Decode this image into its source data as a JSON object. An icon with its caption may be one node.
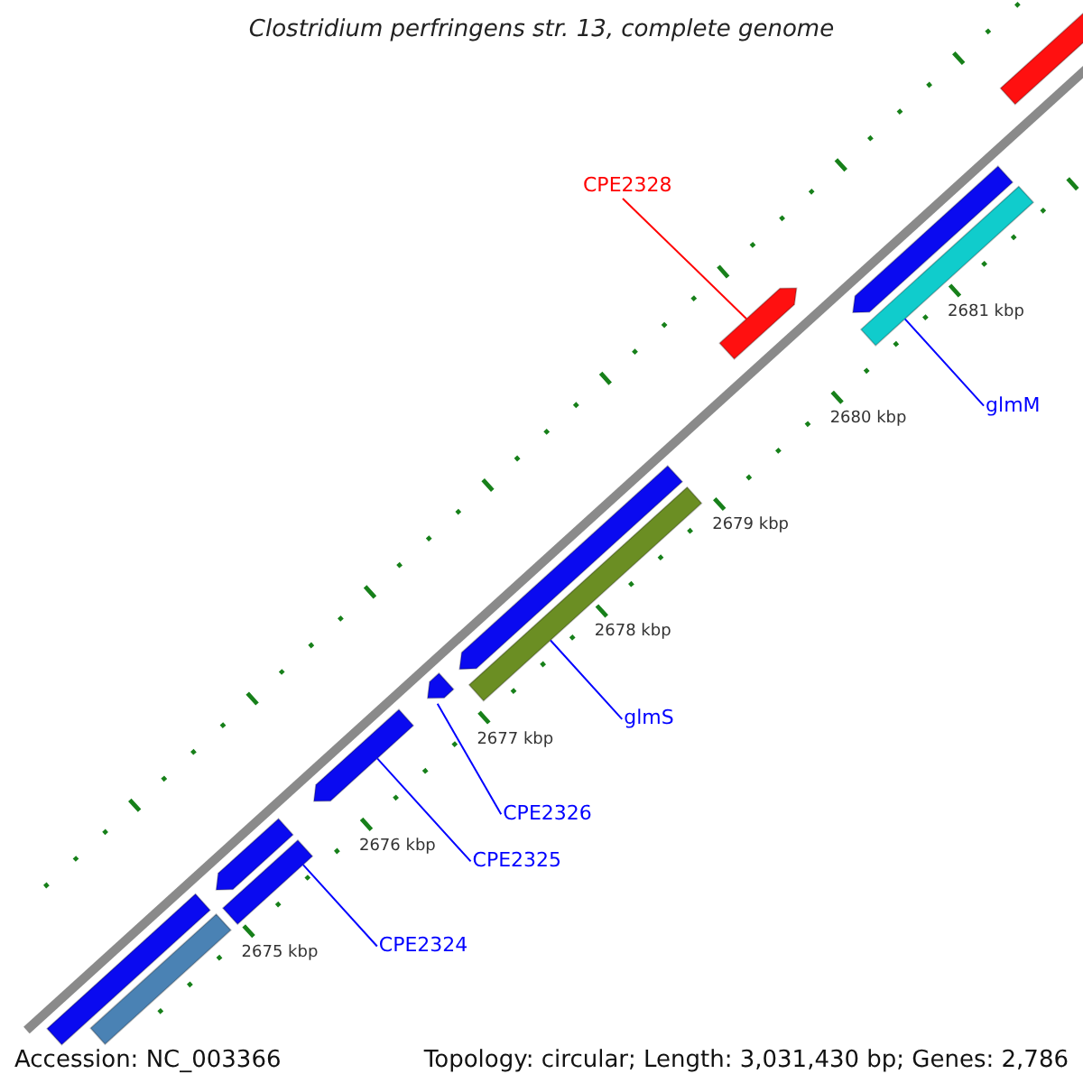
{
  "diagram": {
    "title": "Clostridium perfringens str. 13, complete genome",
    "nodes": [
      {
        "text": [
          "CPE2328"
        ]
      },
      {
        "text": [],
        "shape": "arrow"
      },
      {
        "text": [
          "glmM"
        ]
      },
      {
        "text": [],
        "shape": "bar"
      },
      {
        "text": [
          "glmS"
        ]
      },
      {
        "text": [],
        "shape": "bar"
      },
      {
        "text": [
          "CPE2326"
        ]
      },
      {
        "text": [],
        "shape": "arrow"
      },
      {
        "text": [
          "CPE2325"
        ]
      },
      {
        "text": [],
        "shape": "arrow"
      },
      {
        "text": [
          "CPE2324"
        ]
      },
      {
        "text": [],
        "shape": "bar"
      },
      {
        "text": [],
        "shape": "arrow"
      },
      {
        "text": [],
        "shape": "arrow"
      },
      {
        "text": [],
        "shape": "arrow"
      },
      {
        "text": [],
        "shape": "bar"
      },
      {
        "text": [],
        "shape": "bar"
      },
      {
        "text": [],
        "shape": "arrow"
      }
    ],
    "edges": [
      {
        "from": 0,
        "to": 1,
        "arrow": "none",
        "color": "#ff0000"
      },
      {
        "from": 2,
        "to": 3,
        "arrow": "none"
      },
      {
        "from": 4,
        "to": 5,
        "arrow": "none"
      },
      {
        "from": 6,
        "to": 7,
        "arrow": "none"
      },
      {
        "from": 8,
        "to": 9,
        "arrow": "none"
      },
      {
        "from": 10,
        "to": 11,
        "arrow": "none"
      }
    ],
    "labels": [
      "2681 kbp",
      "2680 kbp",
      "2679 kbp",
      "2678 kbp",
      "2677 kbp",
      "2676 kbp",
      "2675 kbp",
      "Accession: NC_003366",
      "Topology: circular; Length: 3,031,430 bp; Genes: 2,786"
    ]
  }
}
